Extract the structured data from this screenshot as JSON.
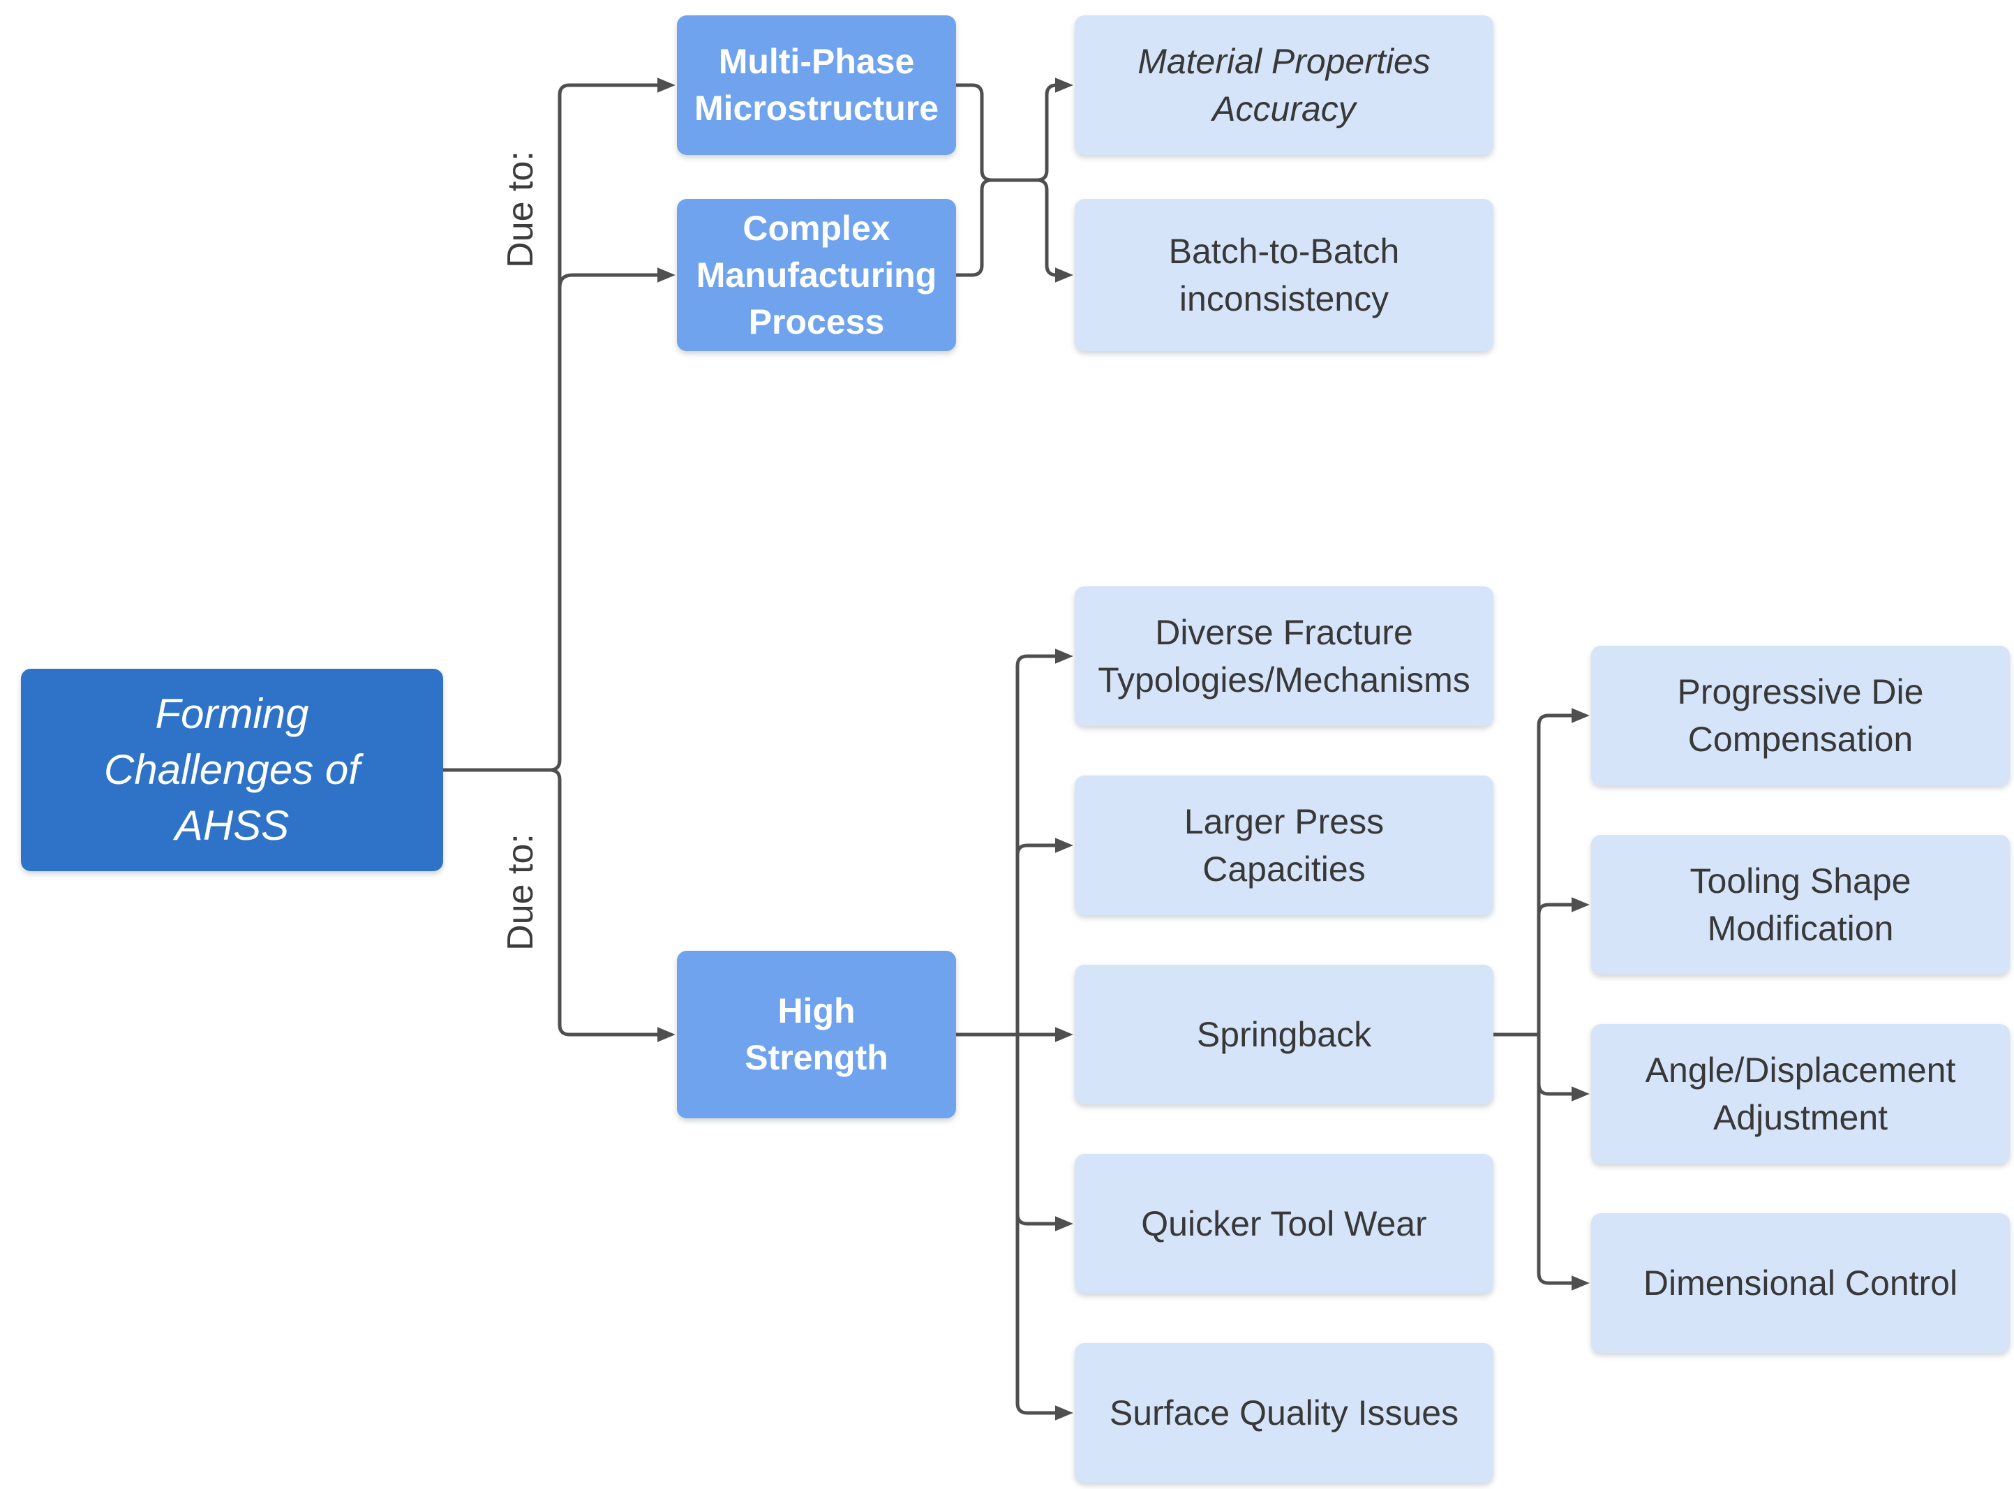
{
  "diagram": {
    "root": {
      "label": "Forming\nChallenges of\nAHSS"
    },
    "connector_labels": {
      "upper": "Due to:",
      "lower": "Due to:"
    },
    "causes": {
      "multiphase": {
        "label": "Multi-Phase\nMicrostructure"
      },
      "complex": {
        "label": "Complex\nManufacturing\nProcess"
      },
      "high_strength": {
        "label": "High\nStrength"
      }
    },
    "effects": {
      "material_accuracy": {
        "label": "Material Properties\nAccuracy"
      },
      "batch_inconsistency": {
        "label": "Batch-to-Batch\ninconsistency"
      },
      "diverse_fracture": {
        "label": "Diverse Fracture\nTypologies/Mechanisms"
      },
      "larger_press": {
        "label": "Larger Press\nCapacities"
      },
      "springback": {
        "label": "Springback"
      },
      "quicker_tool_wear": {
        "label": "Quicker Tool Wear"
      },
      "surface_quality": {
        "label": "Surface Quality Issues"
      },
      "progressive_die": {
        "label": "Progressive Die\nCompensation"
      },
      "tooling_shape": {
        "label": "Tooling Shape\nModification"
      },
      "angle_displacement": {
        "label": "Angle/Displacement\nAdjustment"
      },
      "dimensional_control": {
        "label": "Dimensional Control"
      }
    },
    "edges": [
      {
        "from": "root",
        "to": "multiphase",
        "via_label": "Due to:"
      },
      {
        "from": "root",
        "to": "complex",
        "via_label": "Due to:"
      },
      {
        "from": "root",
        "to": "high_strength",
        "via_label": "Due to:"
      },
      {
        "from": "multiphase",
        "to": "material_accuracy"
      },
      {
        "from": "multiphase",
        "to": "batch_inconsistency"
      },
      {
        "from": "complex",
        "to": "material_accuracy"
      },
      {
        "from": "complex",
        "to": "batch_inconsistency"
      },
      {
        "from": "high_strength",
        "to": "diverse_fracture"
      },
      {
        "from": "high_strength",
        "to": "larger_press"
      },
      {
        "from": "high_strength",
        "to": "springback"
      },
      {
        "from": "high_strength",
        "to": "quicker_tool_wear"
      },
      {
        "from": "high_strength",
        "to": "surface_quality"
      },
      {
        "from": "springback",
        "to": "progressive_die"
      },
      {
        "from": "springback",
        "to": "tooling_shape"
      },
      {
        "from": "springback",
        "to": "angle_displacement"
      },
      {
        "from": "springback",
        "to": "dimensional_control"
      }
    ]
  },
  "colors": {
    "root-fill": "#2E73C8",
    "cause-fill": "#6FA3EE",
    "effect-fill": "#D6E4FA",
    "root-text": "#FFFFFF",
    "cause-text": "#FFFFFF",
    "effect-text": "#383838",
    "label-text": "#3C3C3C",
    "line": "#4F4F4F",
    "background": "#FFFFFF"
  }
}
